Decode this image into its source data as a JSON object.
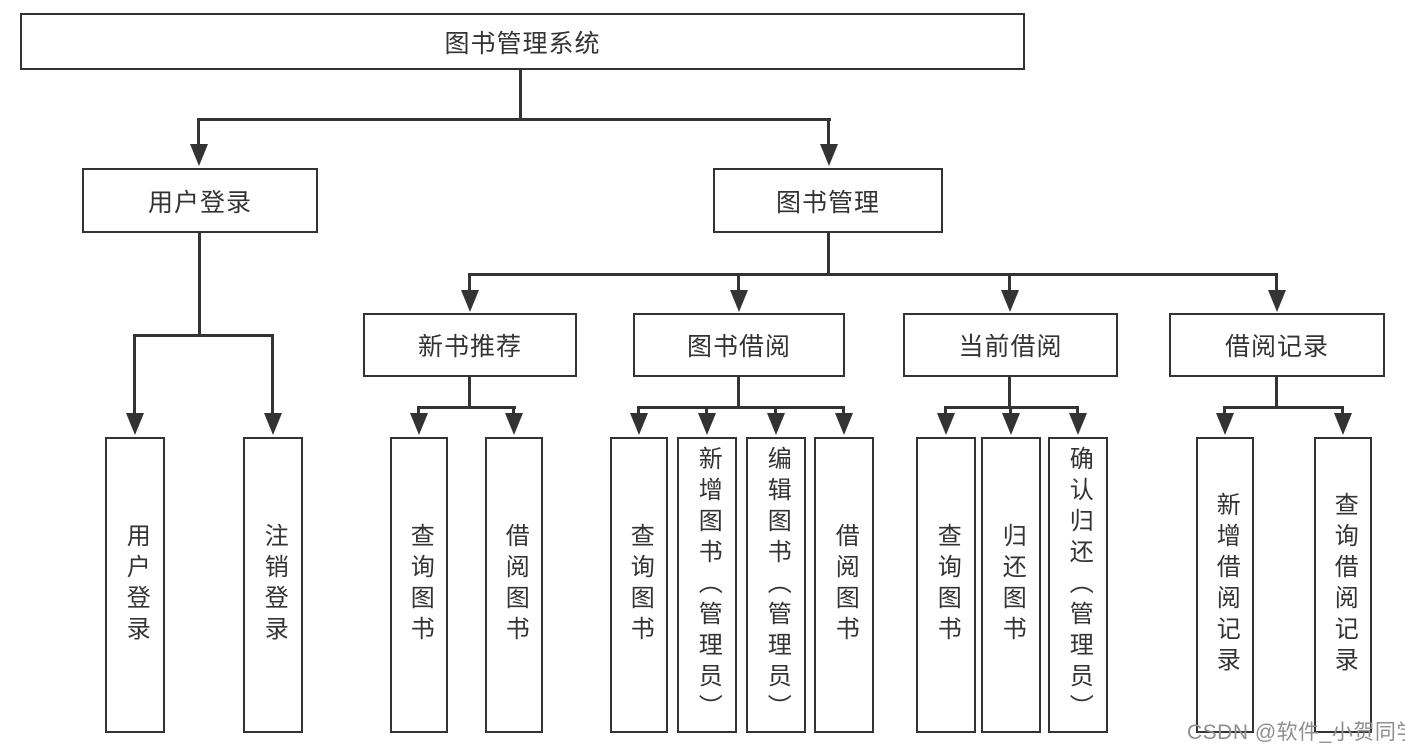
{
  "tree": {
    "root": {
      "label": "图书管理系统"
    },
    "branches": [
      {
        "label": "用户登录",
        "children": [
          {
            "label": "用户登录"
          },
          {
            "label": "注销登录"
          }
        ]
      },
      {
        "label": "图书管理",
        "children": [
          {
            "label": "新书推荐",
            "children": [
              {
                "label": "查询图书"
              },
              {
                "label": "借阅图书"
              }
            ]
          },
          {
            "label": "图书借阅",
            "children": [
              {
                "label": "查询图书"
              },
              {
                "label": "新增图书（管理员）"
              },
              {
                "label": "编辑图书（管理员）"
              },
              {
                "label": "借阅图书"
              }
            ]
          },
          {
            "label": "当前借阅",
            "children": [
              {
                "label": "查询图书"
              },
              {
                "label": "归还图书"
              },
              {
                "label": "确认归还（管理员）"
              }
            ]
          },
          {
            "label": "借阅记录",
            "children": [
              {
                "label": "新增借阅记录"
              },
              {
                "label": "查询借阅记录"
              }
            ]
          }
        ]
      }
    ]
  },
  "watermark": {
    "text": "CSDN @软件_小贺同学",
    "color": "#8f8f8f"
  },
  "colors": {
    "line": "#333333",
    "text": "#333333",
    "box_fill": "#ffffff",
    "background": "#ffffff"
  }
}
